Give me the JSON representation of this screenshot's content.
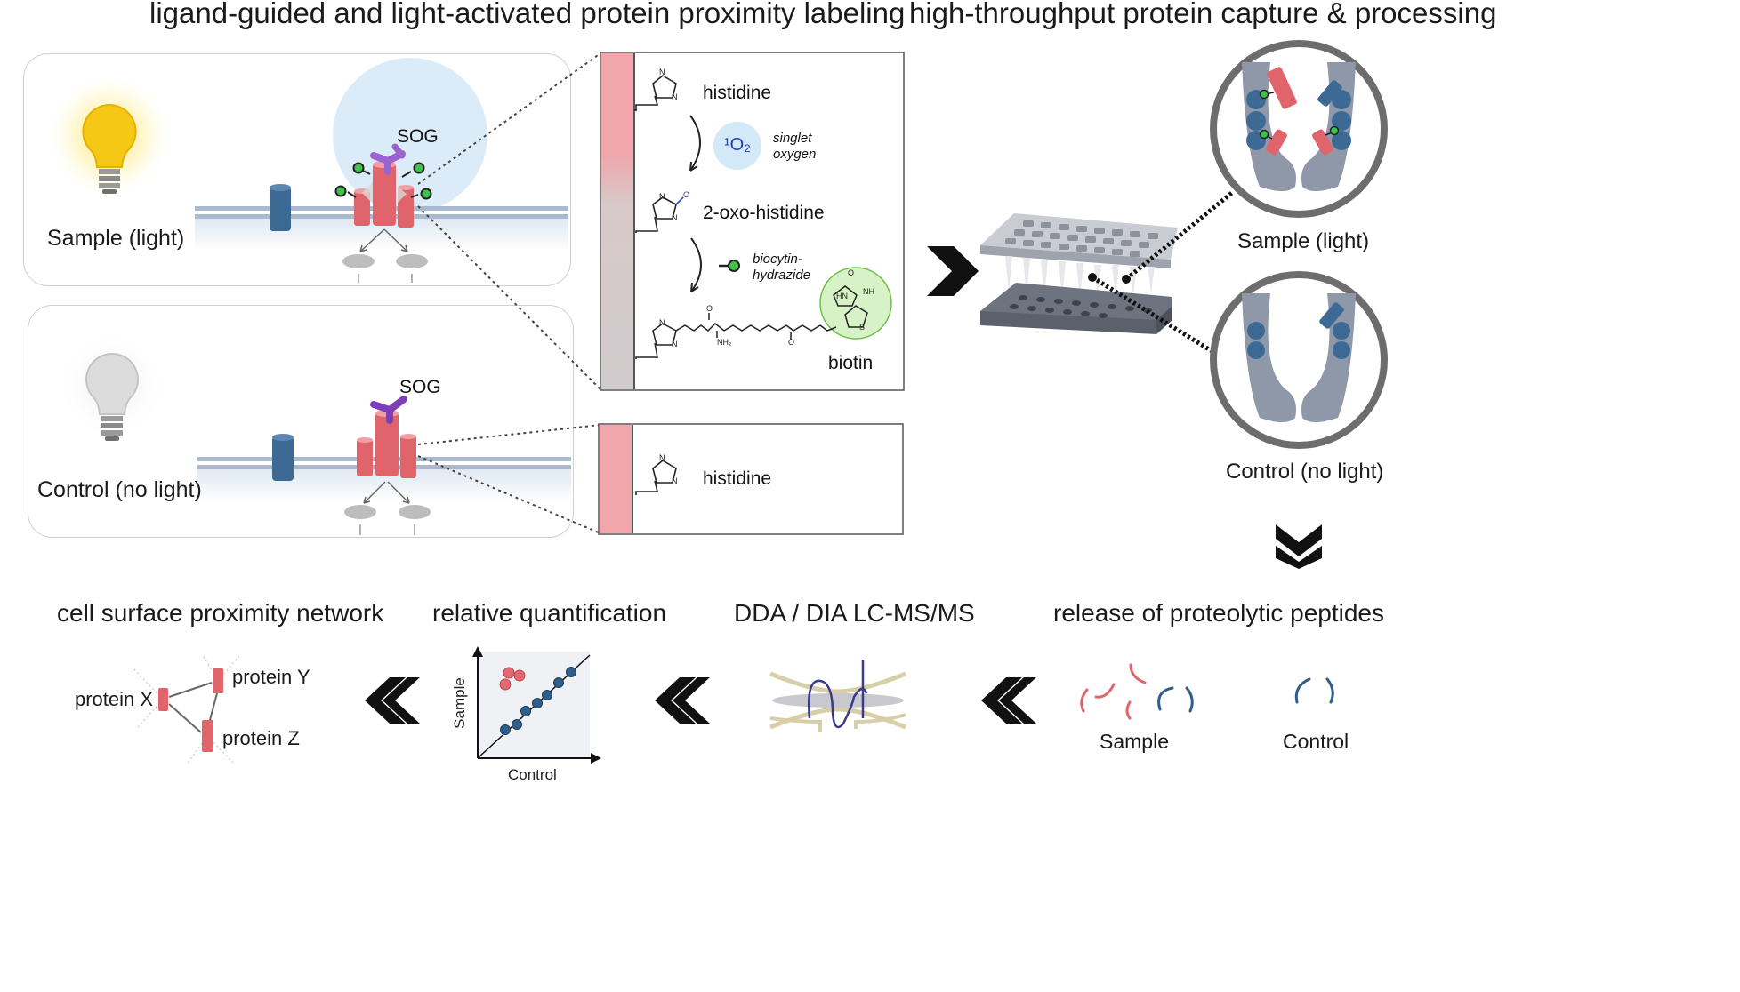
{
  "headers": {
    "left": "ligand-guided and light-activated protein proximity labeling",
    "right": "high-throughput protein capture & processing"
  },
  "sample_panel": {
    "label": "Sample (light)",
    "sog": "SOG"
  },
  "control_panel": {
    "label": "Control (no light)",
    "sog": "SOG"
  },
  "reaction_box": {
    "histidine": "histidine",
    "singlet_oxygen_symbol": "¹O₂",
    "singlet_oxygen_label": "singlet oxygen",
    "oxo_histidine": "2-oxo-histidine",
    "biocytin_label": "biocytin-hydrazide",
    "biotin": "biotin",
    "atoms": {
      "n": "N",
      "h": "H",
      "o": "O",
      "s": "S",
      "hn": "HN",
      "nh": "NH",
      "nh2": "NH₂"
    }
  },
  "control_box": {
    "histidine": "histidine"
  },
  "capture": {
    "sample_label": "Sample (light)",
    "control_label": "Control (no light)"
  },
  "bottom": {
    "network_title": "cell surface proximity network",
    "quant_title": "relative quantification",
    "ms_title": "DDA / DIA LC-MS/MS",
    "release_title": "release of proteolytic peptides",
    "protein_x": "protein X",
    "protein_y": "protein Y",
    "protein_z": "protein Z",
    "axis_y": "Sample",
    "axis_x": "Control",
    "release_sample": "Sample",
    "release_control": "Control"
  },
  "colors": {
    "protein_red": "#e0646b",
    "protein_blue": "#3d6a95",
    "sog_purple": "#8a4fc4",
    "membrane": "#9fb1c8",
    "sample_dots": "#e06a6f",
    "control_dots": "#2f5e89"
  }
}
